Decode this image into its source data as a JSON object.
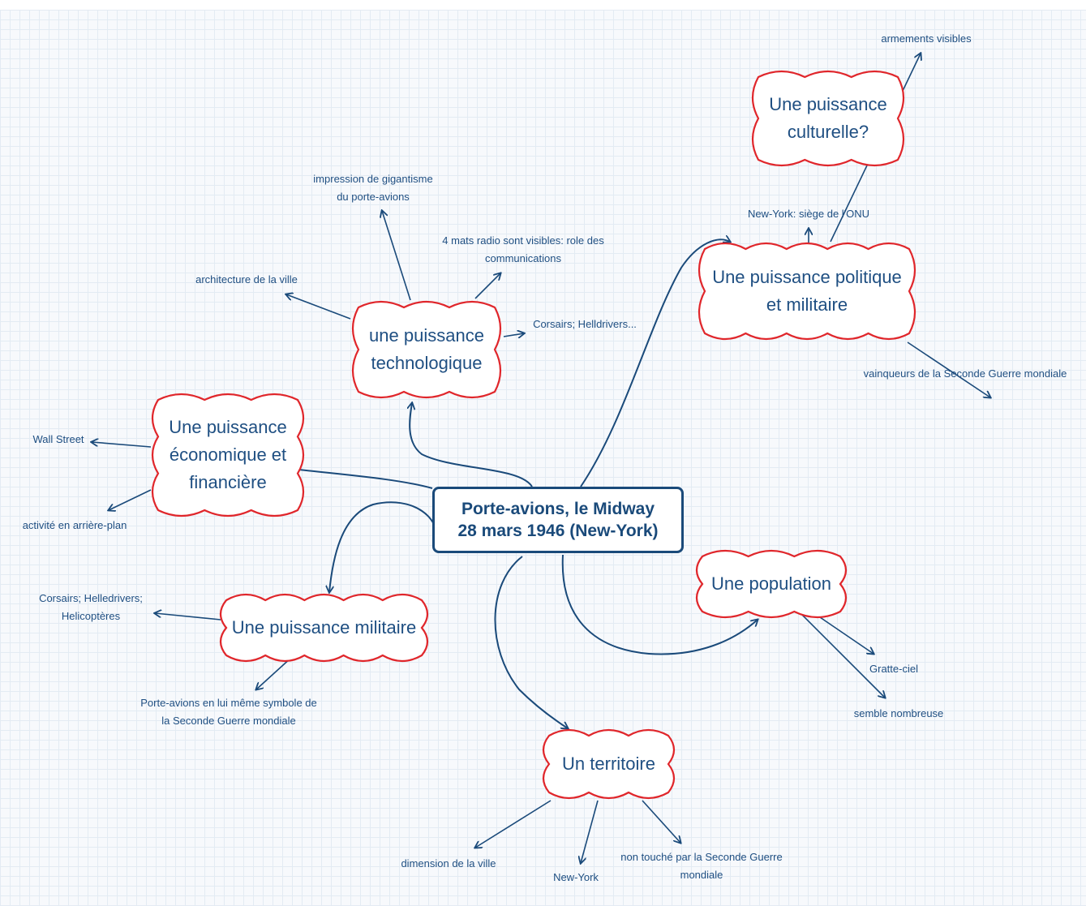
{
  "central": {
    "line1": "Porte-avions, le Midway",
    "line2": "28 mars 1946 (New-York)"
  },
  "topics": {
    "techno": {
      "line1": "une puissance",
      "line2": "technologique"
    },
    "eco": {
      "line1": "Une puissance",
      "line2": "économique et",
      "line3": "financière"
    },
    "militaire": {
      "line1": "Une puissance militaire"
    },
    "politique": {
      "line1": "Une puissance politique",
      "line2": "et militaire"
    },
    "culture": {
      "line1": "Une puissance",
      "line2": "culturelle?"
    },
    "population": {
      "line1": "Une population"
    },
    "territoire": {
      "line1": "Un territoire"
    }
  },
  "leaves": {
    "gigantisme": {
      "line1": "impression de gigantisme",
      "line2": "du porte-avions"
    },
    "mats": {
      "line1": "4 mats radio sont visibles: role des",
      "line2": "communications"
    },
    "architecture": "architecture de la ville",
    "corsairs_tech": "Corsairs; Helldrivers...",
    "wallstreet": "Wall Street",
    "activite": "activité en arrière-plan",
    "corsairs_mil": {
      "line1": "Corsairs; Helledrivers;",
      "line2": "Helicoptères"
    },
    "symbole": {
      "line1": "Porte-avions en lui même symbole de",
      "line2": "la Seconde Guerre mondiale"
    },
    "onu": "New-York: siège de l'ONU",
    "armements": "armements visibles",
    "vainqueurs": "vainqueurs de la Seconde Guerre mondiale",
    "gratte": "Gratte-ciel",
    "nombreuse": "semble nombreuse",
    "dimension": "dimension de la ville",
    "newyork": "New-York",
    "nontouche": {
      "line1": "non touché par la Seconde Guerre",
      "line2": "mondiale"
    }
  }
}
